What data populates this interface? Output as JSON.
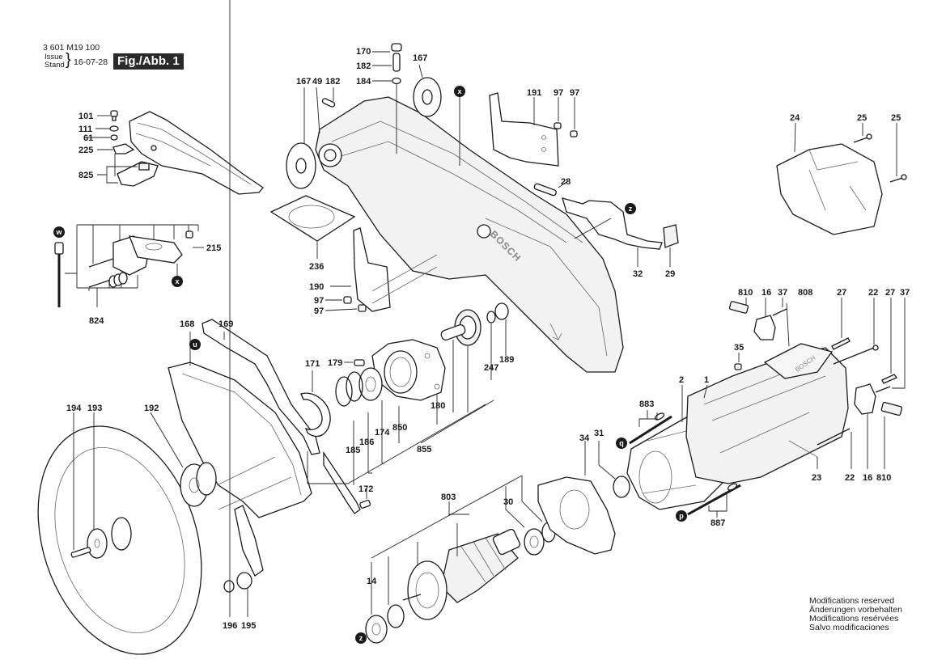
{
  "header": {
    "part_number": "3 601 M19 100",
    "issue_label_en": "Issue",
    "issue_label_de": "Stand",
    "issue_date": "16-07-28",
    "figure_label": "Fig./Abb. 1"
  },
  "notice": [
    "Modifications reserved",
    "Änderungen vorbehalten",
    "Modifications resérvées",
    "Salvo modificaciones"
  ],
  "callouts": [
    "x",
    "w",
    "z",
    "u",
    "q",
    "p"
  ],
  "labels": {
    "l101": "101",
    "l111": "111",
    "l61": "61",
    "l225": "225",
    "l825": "825",
    "l824": "824",
    "l215": "215",
    "l170": "170",
    "l182a": "182",
    "l184": "184",
    "l167a": "167",
    "l167b": "167",
    "l49": "49",
    "l182b": "182",
    "l191": "191",
    "l97a": "97",
    "l97b": "97",
    "l28": "28",
    "l32": "32",
    "l29": "29",
    "l24": "24",
    "l25a": "25",
    "l25b": "25",
    "l236": "236",
    "l190": "190",
    "l97c": "97",
    "l97d": "97",
    "l168": "168",
    "l169": "169",
    "l171": "171",
    "l179": "179",
    "l189": "189",
    "l247": "247",
    "l180": "180",
    "l850": "850",
    "l174": "174",
    "l186": "186",
    "l185": "185",
    "l855": "855",
    "l810a": "810",
    "l16a": "16",
    "l37a": "37",
    "l808": "808",
    "l27a": "27",
    "l22a": "22",
    "l27b": "27",
    "l37b": "37",
    "l35": "35",
    "l1": "1",
    "l2": "2",
    "l883": "883",
    "l23": "23",
    "l22b": "22",
    "l16b": "16",
    "l810b": "810",
    "l34": "34",
    "l31": "31",
    "l887": "887",
    "l194": "194",
    "l193": "193",
    "l192": "192",
    "l172": "172",
    "l803": "803",
    "l30": "30",
    "l14": "14",
    "l196": "196",
    "l195": "195"
  },
  "brand_text": "BOSCH"
}
